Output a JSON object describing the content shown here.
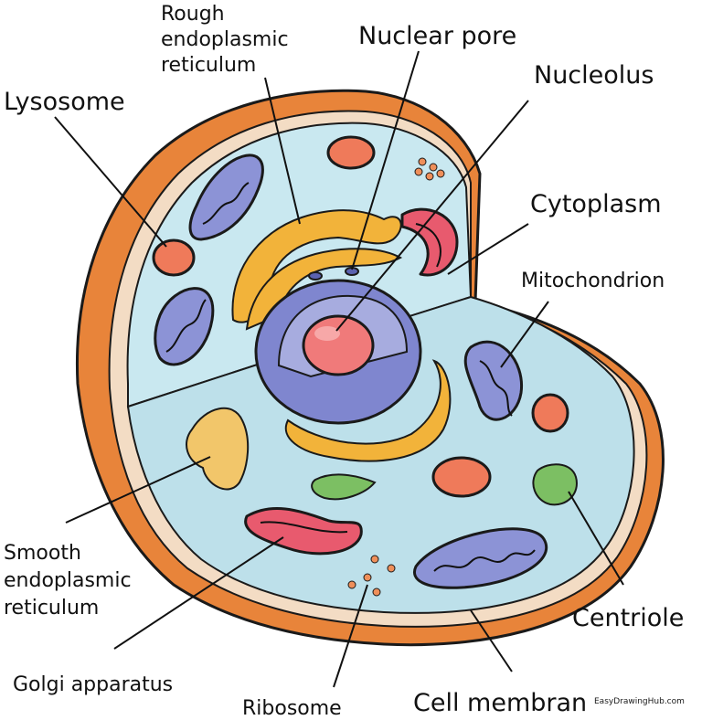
{
  "labels": {
    "lysosome": "Lysosome",
    "rough_er": [
      "Rough",
      "endoplasmic",
      "reticulum"
    ],
    "nuclear_pore": "Nuclear pore",
    "nucleolus": "Nucleolus",
    "cytoplasm": "Cytoplasm",
    "mitochondrion": "Mitochondrion",
    "smooth_er": [
      "Smooth",
      "endoplasmic",
      "reticulum"
    ],
    "golgi": "Golgi apparatus",
    "ribosome": "Ribosome",
    "cell_membrane": "Cell membran",
    "centriole": "Centriole"
  },
  "watermark": "EasyDrawingHub.com",
  "colors": {
    "outer_wall": "#e8843a",
    "membrane": "#f3dcc4",
    "cytoplasm": "#c9e8f0",
    "nucleus": "#7f86cf",
    "nucleolus": "#f07a7a",
    "er": "#f2b33a",
    "mito": "#8c93d6",
    "golgi": "#e85a6e",
    "lysosome": "#ef7a5a",
    "centriole": "#7cbf63"
  }
}
